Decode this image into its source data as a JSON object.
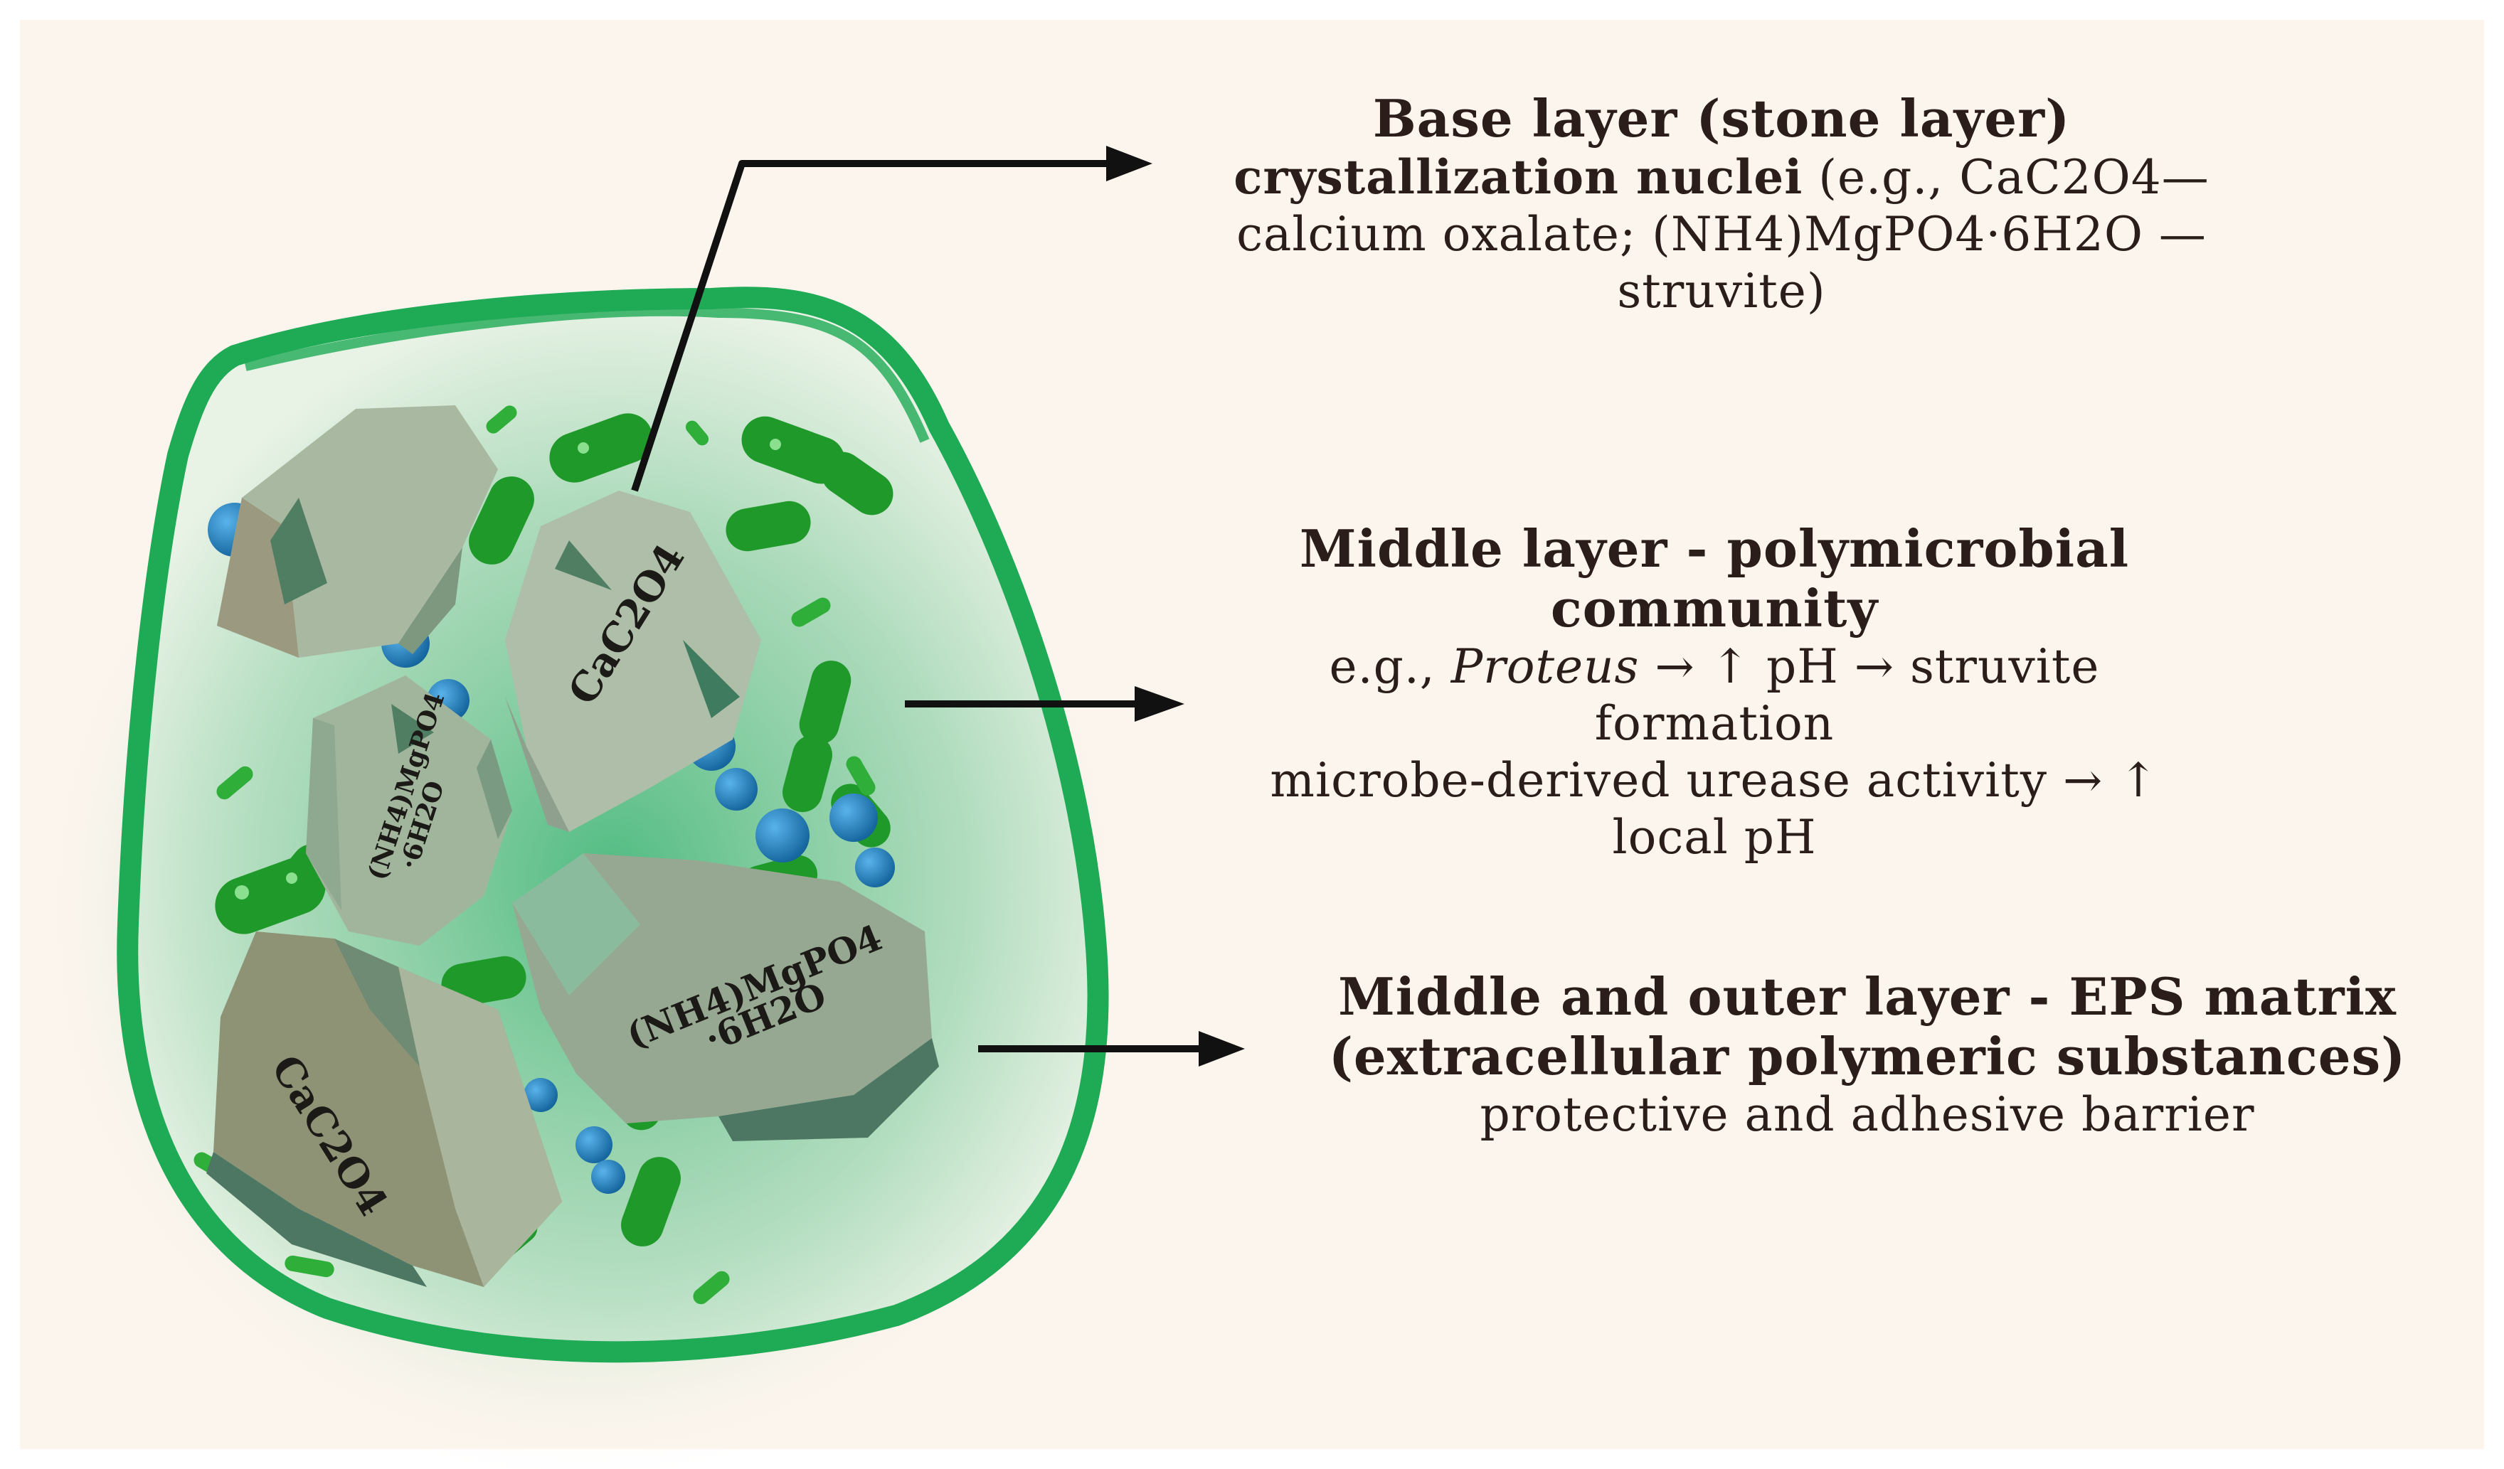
{
  "colors": {
    "background": "#fcf5ee",
    "membrane": "#1faa55",
    "bacteria": "#1f9a2a",
    "blue_spheres": "#1e7fc2",
    "crystal": "#a9b9a1",
    "crystal_dark": "#8f9178",
    "arrow": "#111111",
    "text": "#2a1d1a"
  },
  "crystals": {
    "cac2o4_top": "CaC2O4",
    "struvite_left_line1": "(NH4)MgPO4",
    "struvite_left_line2": "·6H2O",
    "struvite_right_line1": "(NH4)MgPO4",
    "struvite_right_line2": "·6H2O",
    "cac2o4_bottom": "CaC2O4"
  },
  "base_layer": {
    "title": "Base layer (stone layer)",
    "bold_term": "crystallization nuclei",
    "line1_rest": " (e.g., CaC2O4—",
    "line2": "calcium oxalate; (NH4)MgPO4·6H2O —",
    "line3": "struvite)"
  },
  "middle_layer": {
    "title_line1": "Middle layer - polymicrobial",
    "title_line2": "community",
    "eg_prefix": "e.g., ",
    "organism": "Proteus",
    "eg_rest": " → ↑ pH → struvite",
    "line2": "formation",
    "line3": "microbe-derived urease activity → ↑",
    "line4": "local pH"
  },
  "outer_layer": {
    "title_line1": "Middle and outer layer - EPS matrix",
    "title_line2": "(extracellular polymeric substances)",
    "line": "protective and adhesive barrier"
  }
}
